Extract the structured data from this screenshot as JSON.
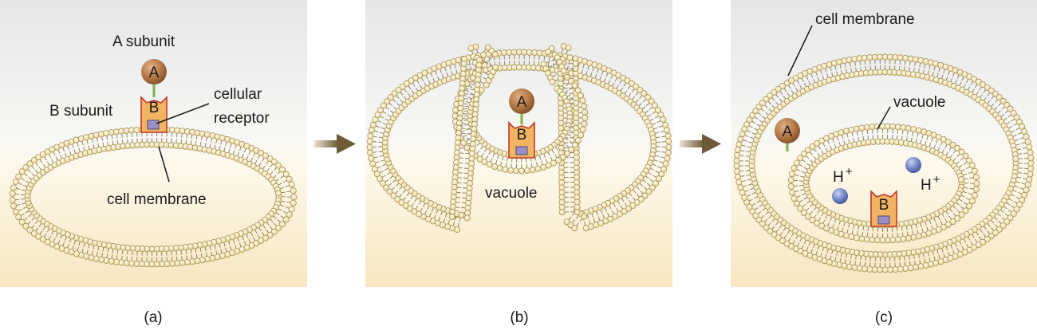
{
  "panels": {
    "a": {
      "caption": "(a)",
      "labels": {
        "a_subunit": "A subunit",
        "b_subunit": "B subunit",
        "cellular": "cellular",
        "receptor": "receptor",
        "cell_membrane": "cell membrane"
      }
    },
    "b": {
      "caption": "(b)",
      "labels": {
        "vacuole": "vacuole"
      }
    },
    "c": {
      "caption": "(c)",
      "labels": {
        "cell_membrane": "cell membrane",
        "vacuole": "vacuole",
        "proton_base": "H",
        "proton_sup": "+"
      }
    }
  },
  "glyphs": {
    "a": "A",
    "b": "B"
  },
  "colors": {
    "lipid_head": "#f3e6b6",
    "lipid_edge": "#9c8648",
    "toxin_a": "#a86a3a",
    "toxin_b": "#f2b463",
    "toxin_b_edge": "#c0392b",
    "receptor": "#9b8fc6",
    "proton": "#6f84c9",
    "arrow": "#7a6a4c"
  }
}
